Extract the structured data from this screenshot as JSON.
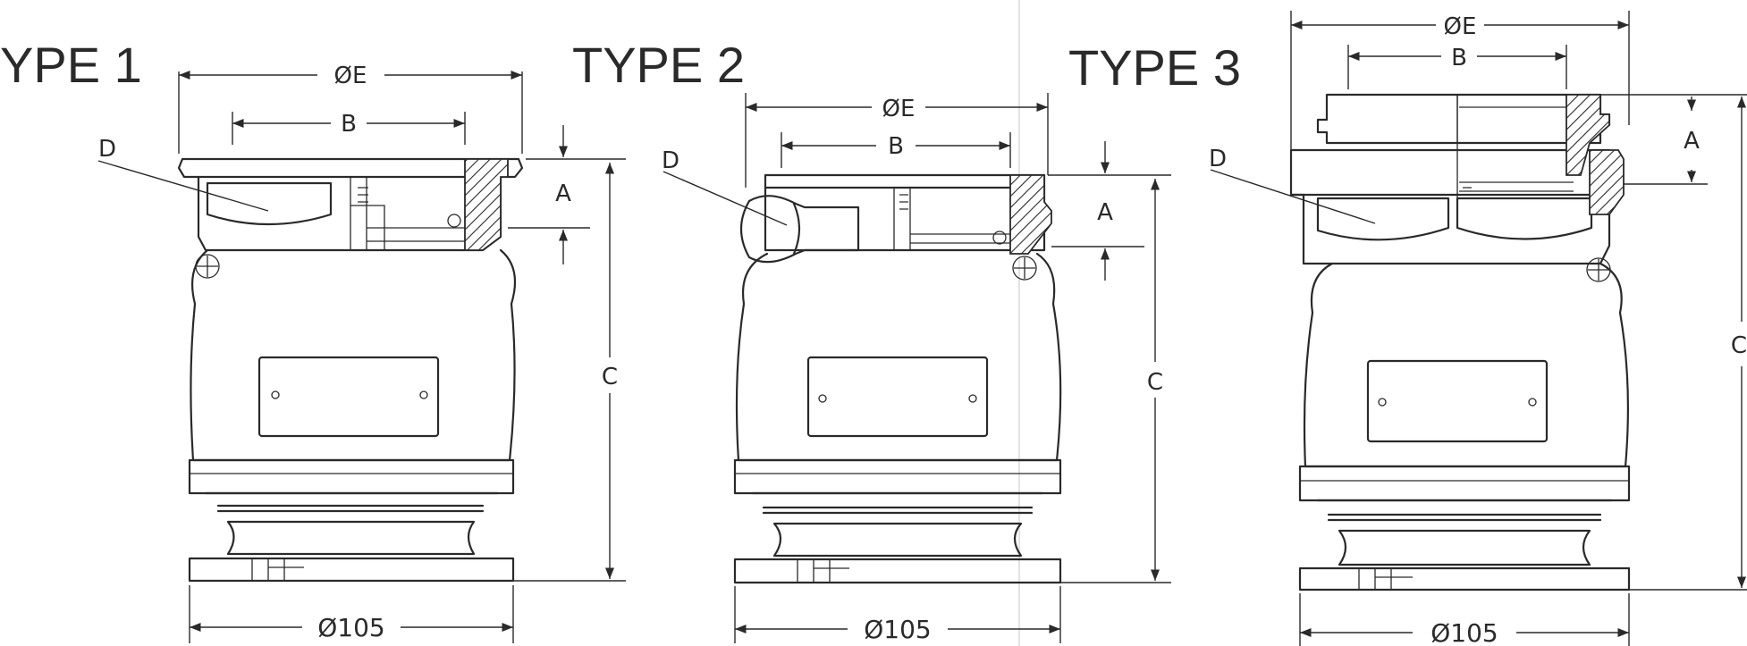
{
  "titles": {
    "type1": "YPE 1",
    "type2": "TYPE 2",
    "type3": "TYPE 3"
  },
  "labels": {
    "dia_e": "ØE",
    "b": "B",
    "a": "A",
    "c": "C",
    "d": "D",
    "dia_base": "Ø105"
  }
}
